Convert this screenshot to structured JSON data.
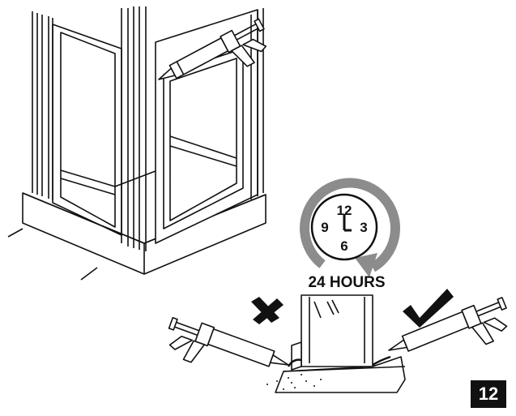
{
  "clock": {
    "numbers": {
      "twelve": "12",
      "three": "3",
      "six": "6",
      "nine": "9"
    },
    "duration_label": "24 HOURS"
  },
  "step_number": "12",
  "marks": {
    "wrong": "cross-mark-icon",
    "right": "check-mark-icon"
  },
  "colors": {
    "ink": "#111111",
    "arrow_gray": "#8c8c8c",
    "badge_bg": "#111111",
    "badge_text": "#ffffff"
  }
}
